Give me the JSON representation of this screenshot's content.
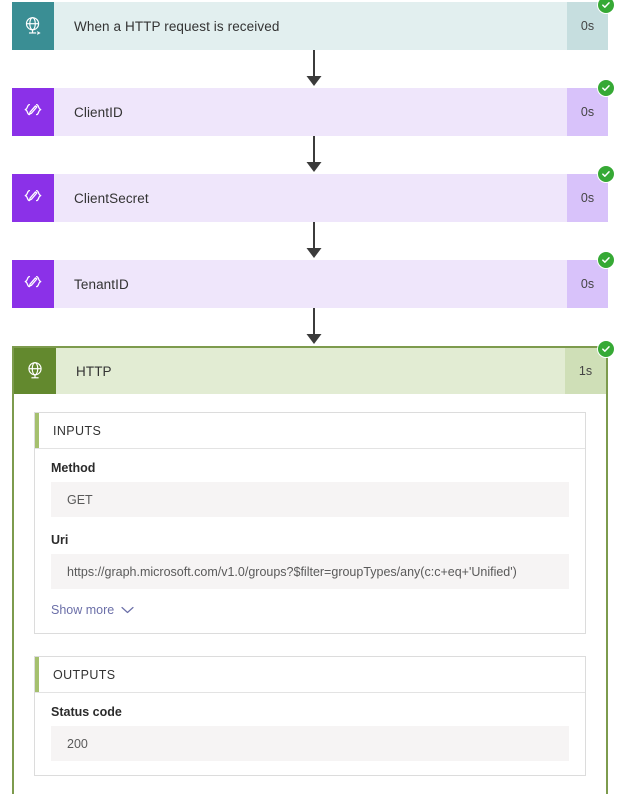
{
  "flow": {
    "title": "Logic App run history",
    "nodes": [
      {
        "id": "trigger",
        "name": "When a HTTP request is received",
        "duration": "0s",
        "icon": "globe-request-icon",
        "status": "succeeded",
        "type": "trigger",
        "accent": "#3a8e94"
      },
      {
        "id": "clientid",
        "name": "ClientID",
        "duration": "0s",
        "icon": "compose-braces-pencil-icon",
        "status": "succeeded",
        "type": "compose",
        "accent": "#8b31e8"
      },
      {
        "id": "clientsecret",
        "name": "ClientSecret",
        "duration": "0s",
        "icon": "compose-braces-pencil-icon",
        "status": "succeeded",
        "type": "compose",
        "accent": "#8b31e8"
      },
      {
        "id": "tenantid",
        "name": "TenantID",
        "duration": "0s",
        "icon": "compose-braces-pencil-icon",
        "status": "succeeded",
        "type": "compose",
        "accent": "#8b31e8"
      },
      {
        "id": "http",
        "name": "HTTP",
        "duration": "1s",
        "icon": "globe-http-icon",
        "status": "succeeded",
        "type": "http",
        "accent": "#63892e"
      }
    ]
  },
  "http_details": {
    "inputs": {
      "section_label": "INPUTS",
      "fields": [
        {
          "label": "Method",
          "value": "GET"
        },
        {
          "label": "Uri",
          "value": "https://graph.microsoft.com/v1.0/groups?$filter=groupTypes/any(c:c+eq+'Unified')"
        }
      ],
      "show_more_label": "Show more",
      "show_more_icon": "chevron-down-icon"
    },
    "outputs": {
      "section_label": "OUTPUTS",
      "fields": [
        {
          "label": "Status code",
          "value": "200"
        }
      ]
    }
  },
  "colors": {
    "trigger_accent": "#3a8e94",
    "trigger_body": "#e2efef",
    "trigger_duration": "#c6dedf",
    "compose_accent": "#8b31e8",
    "compose_body": "#efe6fb",
    "compose_duration": "#d8c2fa",
    "http_accent": "#63892e",
    "http_body": "#e2ecd3",
    "http_duration": "#cfdfb7",
    "success_badge": "#36a935",
    "panel_accent": "#a5c06e",
    "link": "#6b6fa8"
  }
}
